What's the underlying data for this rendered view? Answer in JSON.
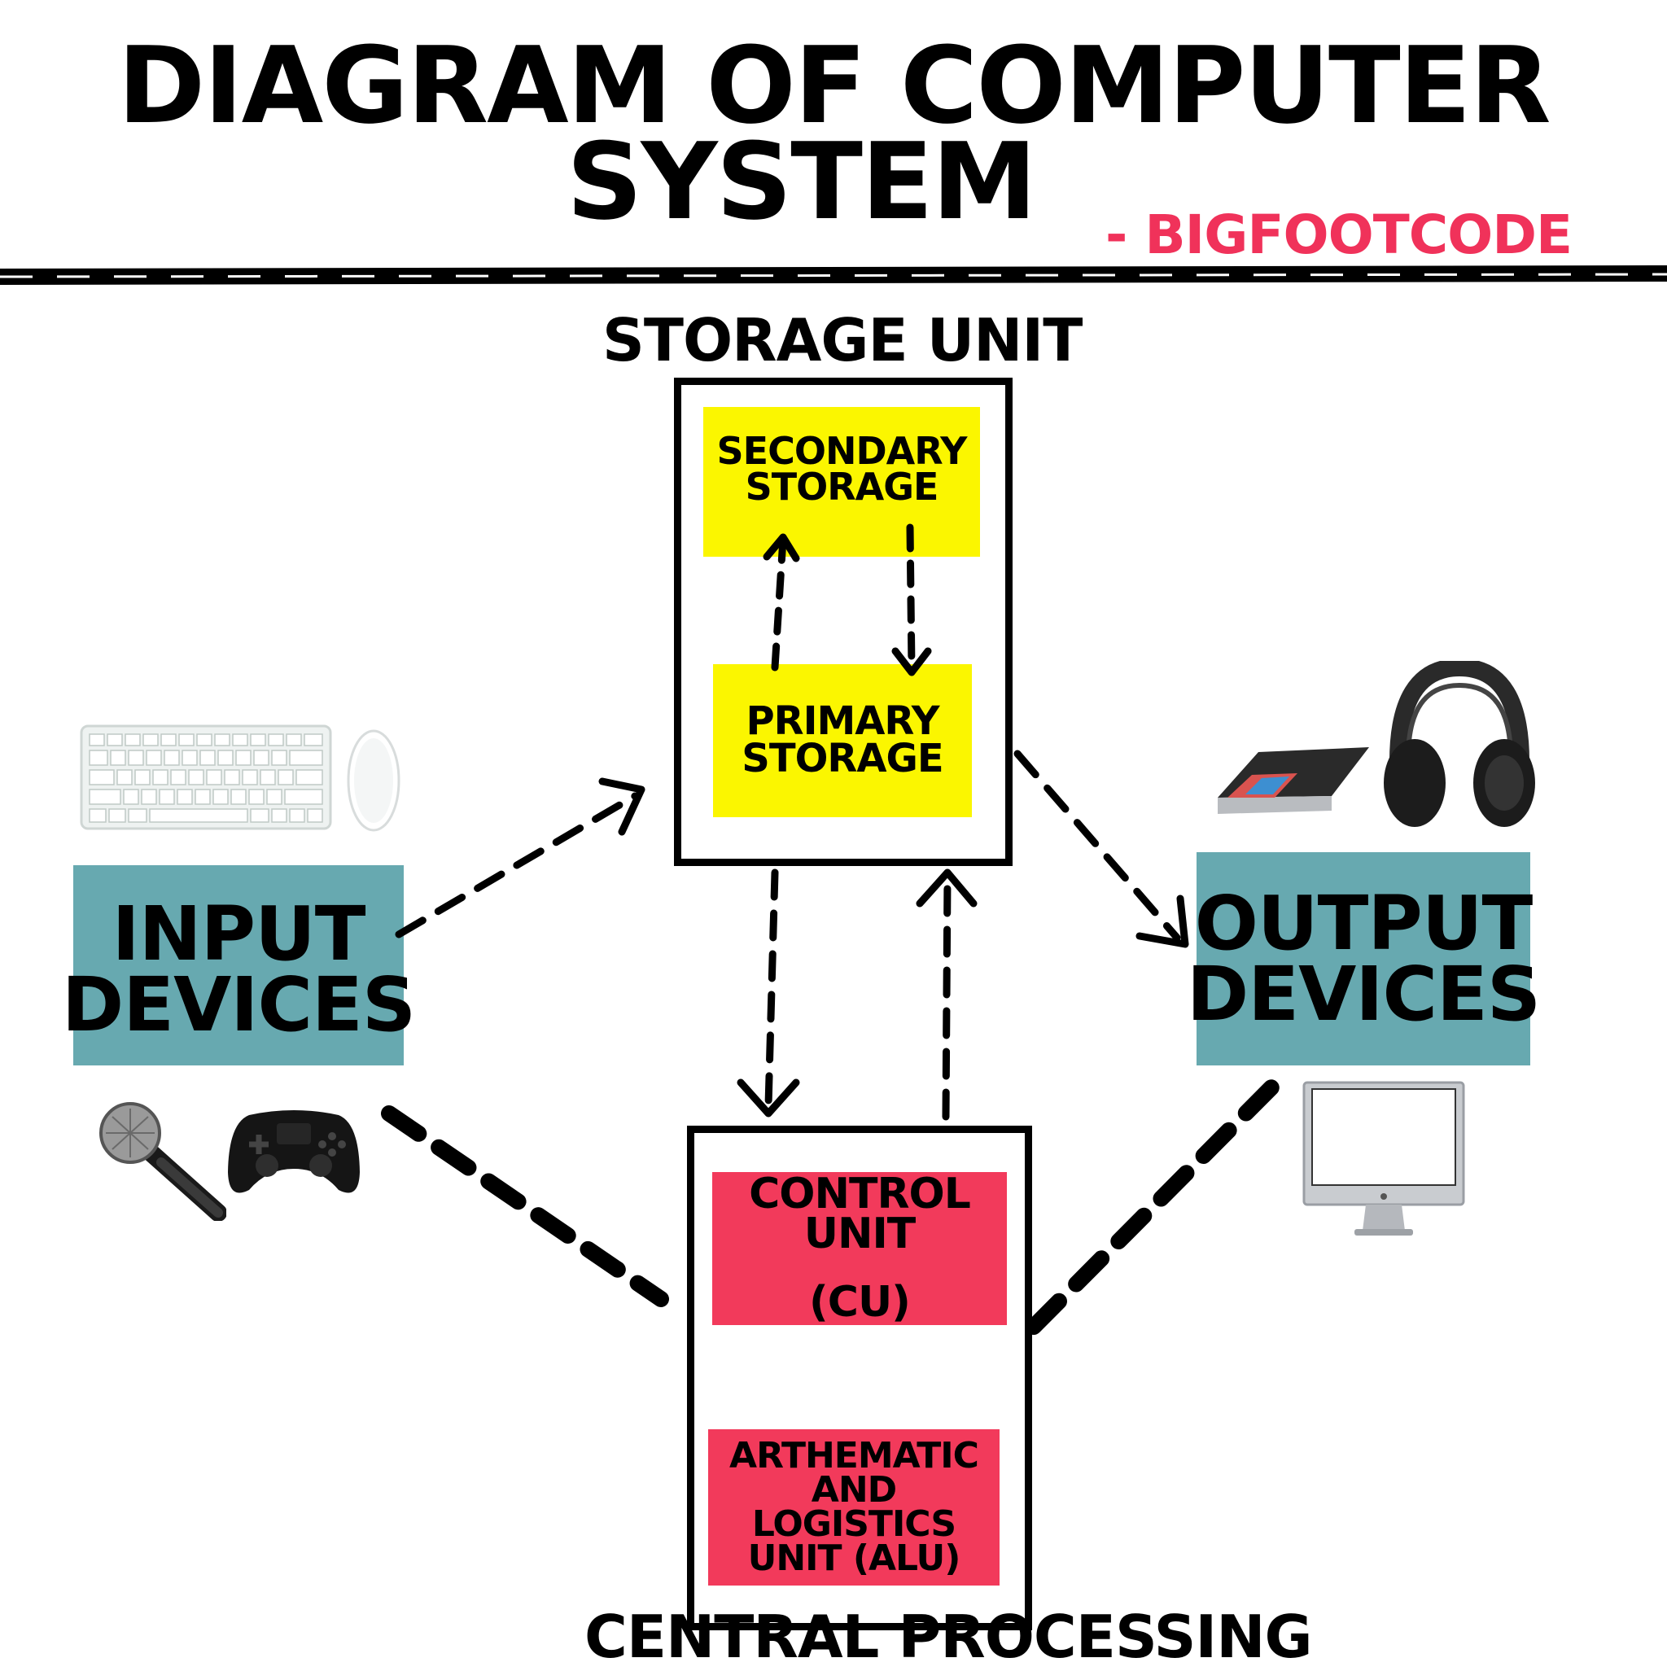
{
  "header": {
    "title_line1": "DIAGRAM OF COMPUTER",
    "title_line2": "SYSTEM",
    "credit": "- BIGFOOTCODE"
  },
  "storage_unit": {
    "label": "STORAGE UNIT",
    "secondary": "SECONDARY STORAGE",
    "primary": "PRIMARY STORAGE"
  },
  "cpu": {
    "label": "CENTRAL PROCESSING",
    "control_unit": "CONTROL UNIT",
    "control_unit_abbr": "(CU)",
    "alu": "ARTHEMATIC AND LOGISTICS UNIT (ALU)"
  },
  "input": {
    "label": "INPUT DEVICES",
    "icons": [
      "keyboard-icon",
      "mouse-icon",
      "microphone-icon",
      "gamepad-icon"
    ]
  },
  "output": {
    "label": "OUTPUT DEVICES",
    "icons": [
      "scanner-icon",
      "headphones-icon",
      "monitor-icon"
    ]
  },
  "colors": {
    "yellow": "#fbf600",
    "red": "#f23a5b",
    "teal": "#67a9b0",
    "credit": "#f0325a"
  }
}
